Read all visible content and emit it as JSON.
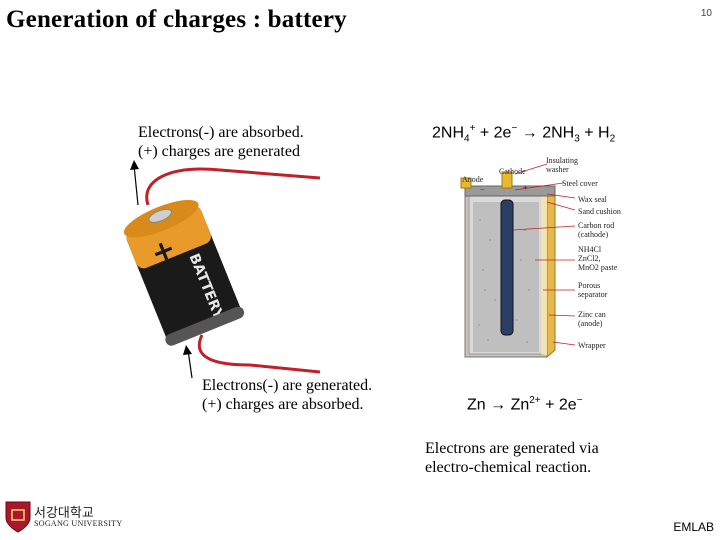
{
  "slide": {
    "title": "Generation of charges : battery",
    "page_number": "10"
  },
  "captions": {
    "top_line1": "Electrons(-) are absorbed.",
    "top_line2": "(+) charges are generated",
    "bottom_line1": "Electrons(-) are generated.",
    "bottom_line2": "(+) charges are absorbed.",
    "note_line1": "Electrons  are generated via",
    "note_line2": "electro-chemical reaction."
  },
  "equations": {
    "cathode": {
      "lhs_coef": "2NH",
      "lhs_sub": "4",
      "lhs_sup": "+",
      "plus": " + 2e",
      "e_sup": "−",
      "arrow": "→",
      "rhs": " 2NH",
      "rhs_sub": "3",
      "rhs_plus": " + H",
      "rhs_sub2": "2"
    },
    "anode": {
      "lhs": "Zn",
      "arrow": "→",
      "rhs": " Zn",
      "rhs_sup": "2+",
      "plus": " + 2e",
      "e_sup": "−"
    }
  },
  "battery_illustration": {
    "plus_symbol": "+",
    "brand_text": "BATTERY",
    "colors": {
      "body": "#1a1a1a",
      "top": "#e89a2a",
      "wire": "#c0202a"
    }
  },
  "cell_diagram": {
    "labels": {
      "anode": "Anode",
      "anode_sign": "−",
      "cathode": "Cathode",
      "cathode_sign": "+",
      "insulating_washer_1": "Insulating",
      "insulating_washer_2": "washer",
      "steel_cover": "Steel cover",
      "wax_seal": "Wax seal",
      "sand_cushion": "Sand cushion",
      "carbon_rod_1": "Carbon rod",
      "carbon_rod_2": "(cathode)",
      "paste_1": "NH4Cl",
      "paste_2": "ZnCl2,",
      "paste_3": "MnO2 paste",
      "porous_1": "Porous",
      "porous_2": "separator",
      "zinc_1": "Zinc can",
      "zinc_2": "(anode)",
      "wrapper": "Wrapper"
    }
  },
  "footer": {
    "university_korean": "서강대학교",
    "university_english": "SOGANG UNIVERSITY",
    "lab": "EMLAB"
  }
}
